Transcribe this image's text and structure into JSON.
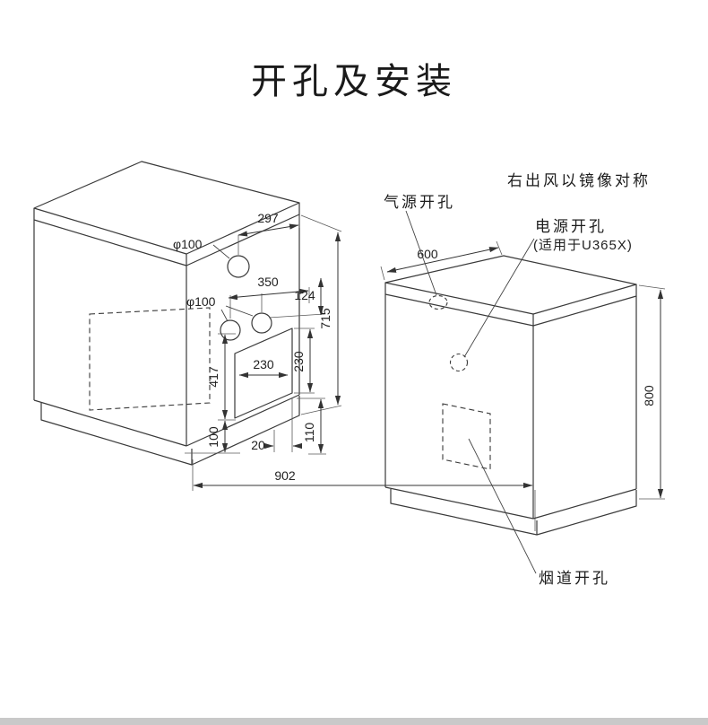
{
  "page": {
    "title": "开孔及安装"
  },
  "colors": {
    "line": "#3a3a3a",
    "dimension": "#333333",
    "background": "#ffffff",
    "footer_bar": "#c9c9c9"
  },
  "left_unit": {
    "dims": {
      "w297": "297",
      "phi_top": "φ100",
      "w350": "350",
      "phi_mid": "φ100",
      "h124": "124",
      "h715": "715",
      "h417": "417",
      "w230": "230",
      "h230": "230",
      "h100": "100",
      "w20": "20",
      "h110": "110"
    }
  },
  "right_unit": {
    "dims": {
      "w600": "600",
      "h800": "800"
    },
    "labels": {
      "gas_hole": "气源开孔",
      "mirror_note": "右出风以镜像对称",
      "power_hole": "电源开孔",
      "power_note": "(适用于U365X)",
      "flue_hole": "烟道开孔"
    }
  },
  "spacing": {
    "w902": "902"
  }
}
